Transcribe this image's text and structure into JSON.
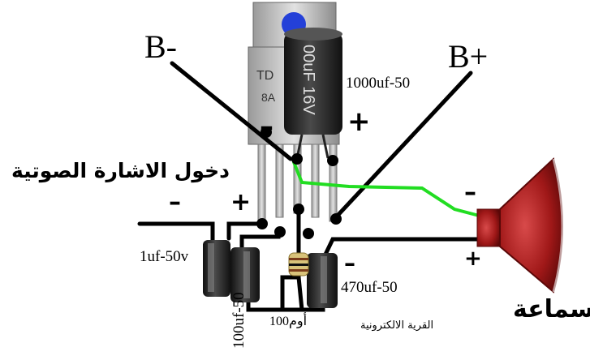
{
  "labels": {
    "b_minus": "B-",
    "b_plus": "B+",
    "cap_1000": "1000uf-50",
    "cap_1uf": "1uf-50v",
    "cap_100uf": "100uf-50",
    "cap_470": "470uf-50",
    "resistor": "100أوم",
    "input_ar": "دخول الاشارة الصوتية",
    "speaker_ar": "سماعة",
    "footer_ar": "القرية الالكترونية",
    "minus": "–",
    "plus": "+",
    "chip_mark": "TD",
    "chip_mark2": "8A",
    "cap_big_text": "00uF 16V"
  },
  "colors": {
    "wire": "#000000",
    "output_wire": "#22dd22",
    "speaker": "#a01818",
    "heatsink": "#c8c8c8",
    "capacitor": "#2a2a2a"
  }
}
